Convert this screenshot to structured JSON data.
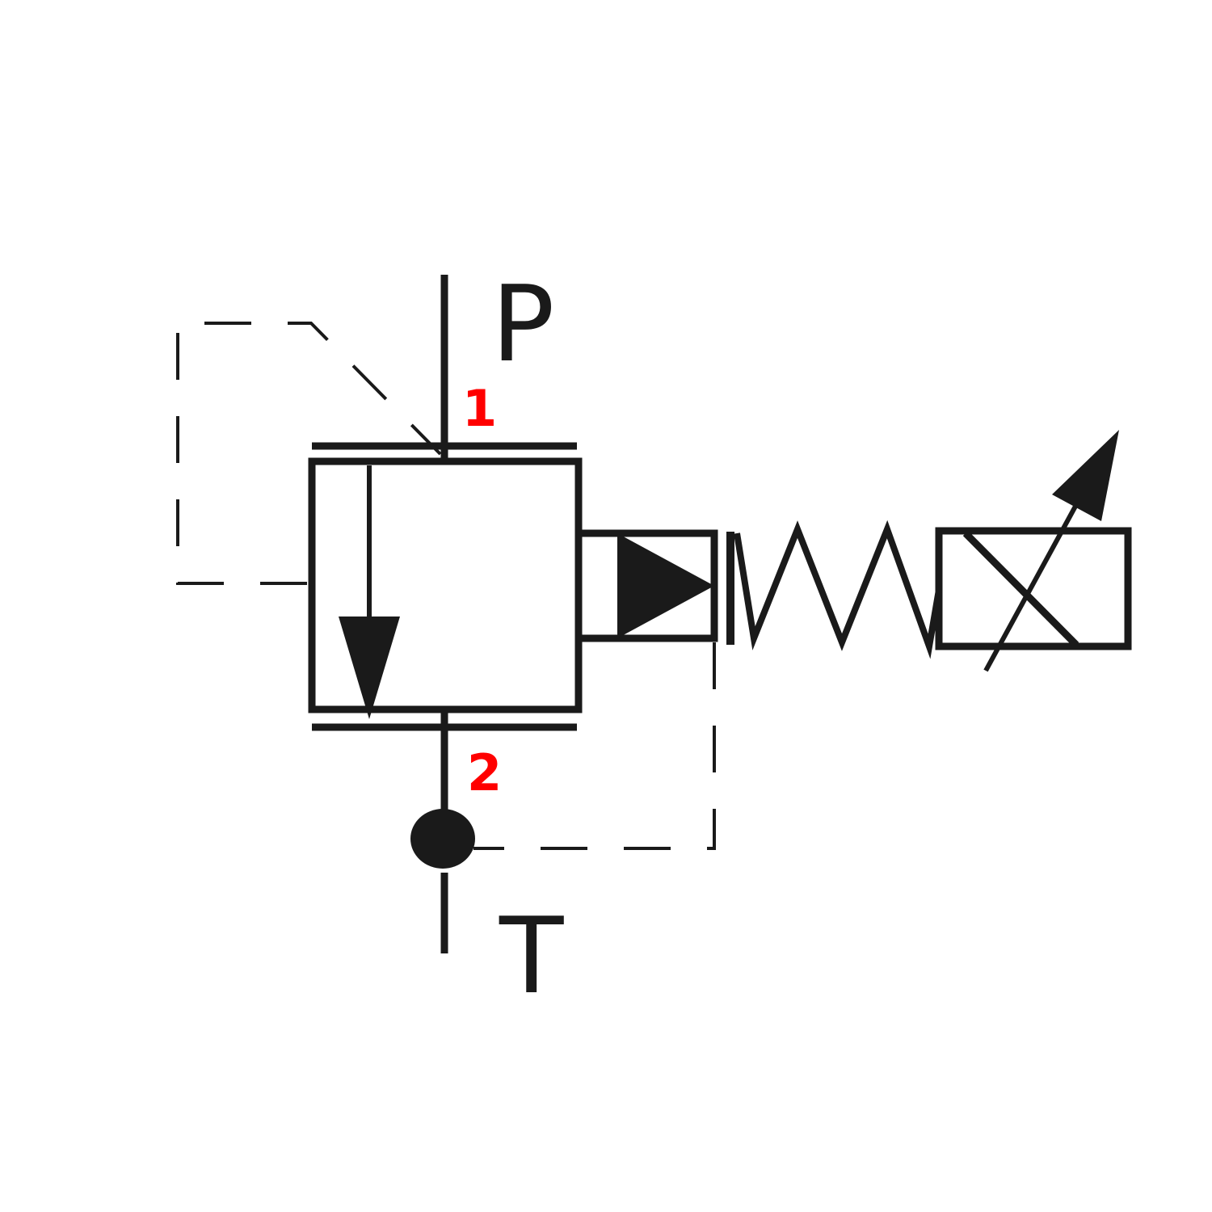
{
  "ports": {
    "pressure": {
      "letter": "P",
      "number": "1"
    },
    "tank": {
      "letter": "T",
      "number": "2"
    }
  },
  "colors": {
    "line": "#1a1a1a",
    "port_number": "#ff0000",
    "background": "#ffffff"
  },
  "icons": {
    "flow_arrow": "arrow-down-icon",
    "pilot_triangle": "triangle-right-icon",
    "spring": "spring-icon",
    "solenoid": "proportional-solenoid-icon",
    "check_ball": "ball-icon"
  }
}
